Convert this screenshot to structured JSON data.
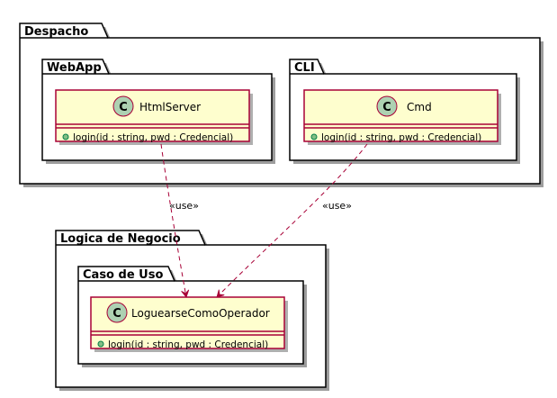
{
  "packages": {
    "despacho": "Despacho",
    "webapp": "WebApp",
    "cli": "CLI",
    "logica": "Logica de Negocio",
    "caso_de_uso": "Caso de Uso"
  },
  "classes": {
    "html_server": {
      "letter": "C",
      "name": "HtmlServer",
      "method": "login(id : string, pwd : Credencial)"
    },
    "cmd": {
      "letter": "C",
      "name": "Cmd",
      "method": "login(id : string, pwd : Credencial)"
    },
    "loguearse": {
      "letter": "C",
      "name": "LoguearseComoOperador",
      "method": "login(id : string, pwd : Credencial)"
    }
  },
  "relations": {
    "html_to_loguearse": "«use»",
    "cmd_to_loguearse": "«use»"
  },
  "colors": {
    "class_fill": "#FEFECE",
    "class_border": "#A80036",
    "circle_fill": "#ADD1B2",
    "method_dot": "#84BE84",
    "arrow": "#A80036",
    "package_border": "#000000",
    "shadow": "#4d4d4d"
  }
}
